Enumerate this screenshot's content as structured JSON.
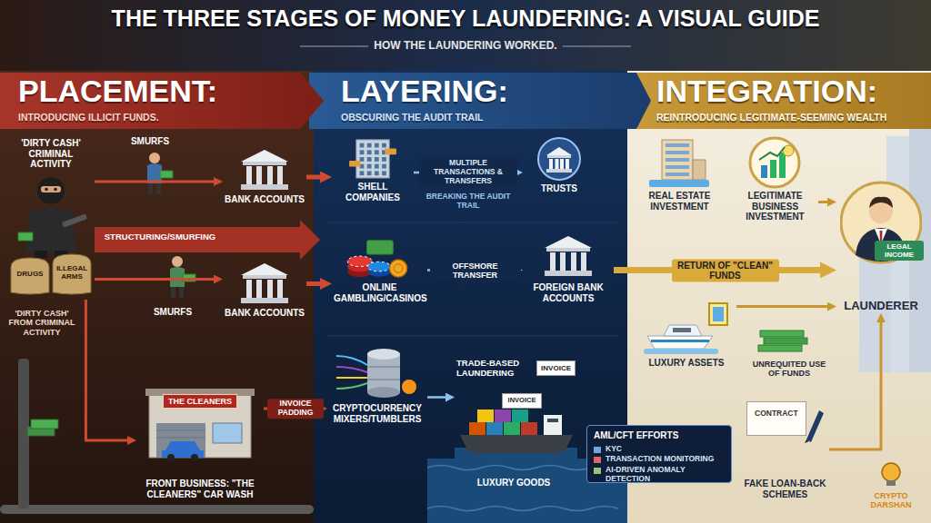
{
  "diagram": {
    "title": "THE THREE STAGES OF MONEY LAUNDERING: A VISUAL GUIDE",
    "nodes": [
      {
        "text": [
          "PLACEMENT:",
          "INTRODUCING ILLICIT FUNDS."
        ]
      },
      {
        "text": [
          "LAYERING:",
          "OBSCURING THE AUDIT TRAIL"
        ]
      },
      {
        "text": [
          "INTEGRATION:",
          "REINTRODUCING LEGITIMATE-SEEMING WEALTH"
        ]
      },
      {
        "text": [
          "'DIRTY CASH' CRIMINAL ACTIVITY"
        ],
        "in": 0
      },
      {
        "text": [
          "BANK ACCOUNTS"
        ],
        "in": 0
      },
      {
        "text": [
          "BANK ACCOUNTS"
        ],
        "in": 0
      },
      {
        "text": [
          "THE CLEANERS",
          "FRONT BUSINESS: \"THE CLEANERS\" CAR WASH"
        ],
        "in": 0
      },
      {
        "text": [
          "SHELL COMPANIES"
        ],
        "in": 1
      },
      {
        "text": [
          "TRUSTS"
        ],
        "in": 1
      },
      {
        "text": [
          "ONLINE GAMBLING/CASINOS"
        ],
        "in": 1
      },
      {
        "text": [
          "FOREIGN BANK ACCOUNTS"
        ],
        "in": 1
      },
      {
        "text": [
          "CRYPTOCURRENCY MIXERS/TUMBLERS"
        ],
        "in": 1
      },
      {
        "text": [
          "TRADE-BASED LAUNDERING",
          "INVOICE"
        ],
        "in": 1
      },
      {
        "text": [
          "AML/CFT EFFORTS",
          "KYC",
          "TRANSACTION MONITORING",
          "AI-DRIVEN ANOMALY DETECTION"
        ]
      },
      {
        "text": [
          "REAL ESTATE INVESTMENT"
        ],
        "in": 2
      },
      {
        "text": [
          "LEGITIMATE BUSINESS INVESTMENT"
        ],
        "in": 2
      },
      {
        "text": [
          "LUXURY ASSETS"
        ],
        "in": 2
      },
      {
        "text": [
          "CONTRACT",
          "FAKE LOAN-BACK SCHEMES"
        ],
        "in": 2
      },
      {
        "text": [
          "LEGAL INCOME",
          "LAUNDERER"
        ],
        "in": 2
      }
    ],
    "edges": [
      {
        "from": 3,
        "to": 4,
        "arrow": "to"
      },
      {
        "from": 3,
        "to": 5,
        "arrow": "to"
      },
      {
        "from": 3,
        "to": 6,
        "arrow": "to"
      },
      {
        "from": 6,
        "to": 11,
        "label": "INVOICE PADDING",
        "arrow": "to"
      },
      {
        "from": 4,
        "to": 7,
        "arrow": "to"
      },
      {
        "from": 5,
        "to": 9,
        "arrow": "to"
      },
      {
        "from": 7,
        "to": 8,
        "label": "MULTIPLE TRANSACTIONS & TRANSFERS",
        "arrow": "to"
      },
      {
        "from": 9,
        "to": 10,
        "label": "OFFSHORE TRANSFER",
        "arrow": "to"
      },
      {
        "from": 11,
        "to": 12,
        "arrow": "to"
      },
      {
        "from": 10,
        "to": 18,
        "label": "RETURN OF \"CLEAN\" FUNDS",
        "arrow": "to"
      },
      {
        "from": 15,
        "to": 18,
        "arrow": "to"
      },
      {
        "from": 16,
        "to": 18,
        "arrow": "to"
      },
      {
        "from": 17,
        "to": 18,
        "arrow": "to"
      }
    ],
    "labels": [
      "HOW THE LAUNDERING WORKED.",
      "DRUGS",
      "ILLEGAL ARMS",
      "SMURFS",
      "STRUCTURING/SMURFING",
      "SMURFS",
      "'DIRTY CASH' FROM CRIMINAL ACTIVITY",
      "BREAKING THE AUDIT TRAIL",
      "INVOICE",
      "LUXURY GOODS",
      "UNREQUITED USE OF FUNDS",
      "CRYPTO DARSHAN"
    ]
  }
}
